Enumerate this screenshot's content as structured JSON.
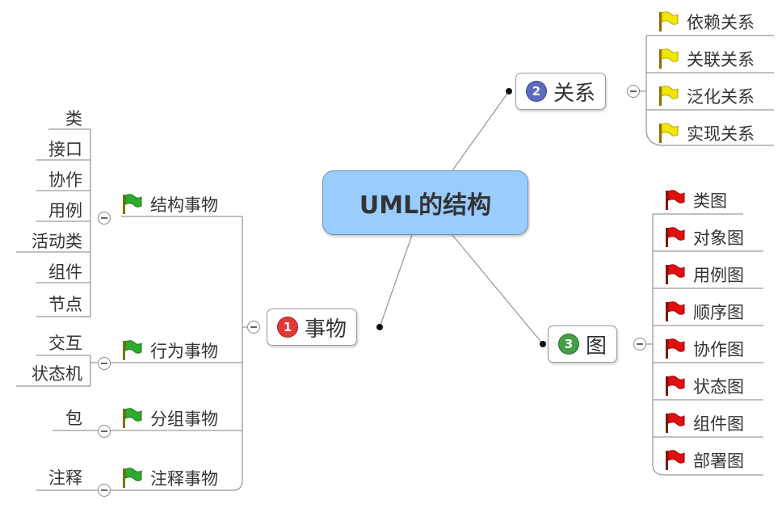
{
  "central": {
    "label": "UML的结构"
  },
  "branches": {
    "things": {
      "number": "1",
      "label": "事物",
      "children": {
        "structural": {
          "label": "结构事物",
          "items": [
            "类",
            "接口",
            "协作",
            "用例",
            "活动类",
            "组件",
            "节点"
          ]
        },
        "behavioral": {
          "label": "行为事物",
          "items": [
            "交互",
            "状态机"
          ]
        },
        "grouping": {
          "label": "分组事物",
          "items": [
            "包"
          ]
        },
        "annotational": {
          "label": "注释事物",
          "items": [
            "注释"
          ]
        }
      }
    },
    "relations": {
      "number": "2",
      "label": "关系",
      "items": [
        "依赖关系",
        "关联关系",
        "泛化关系",
        "实现关系"
      ]
    },
    "diagrams": {
      "number": "3",
      "label": "图",
      "items": [
        "类图",
        "对象图",
        "用例图",
        "顺序图",
        "协作图",
        "状态图",
        "组件图",
        "部署图"
      ]
    }
  },
  "colors": {
    "central_fill": "#99ccff",
    "badge_things": "#e53935",
    "badge_relations": "#5c6bc0",
    "badge_diagrams": "#43a047",
    "flag_green": "#2eaa2e",
    "flag_yellow": "#f2e600",
    "flag_red": "#e01010"
  },
  "icons": [
    "badge-1-icon",
    "badge-2-icon",
    "badge-3-icon",
    "green-flag-icon",
    "yellow-flag-icon",
    "red-flag-icon",
    "collapse-icon"
  ]
}
